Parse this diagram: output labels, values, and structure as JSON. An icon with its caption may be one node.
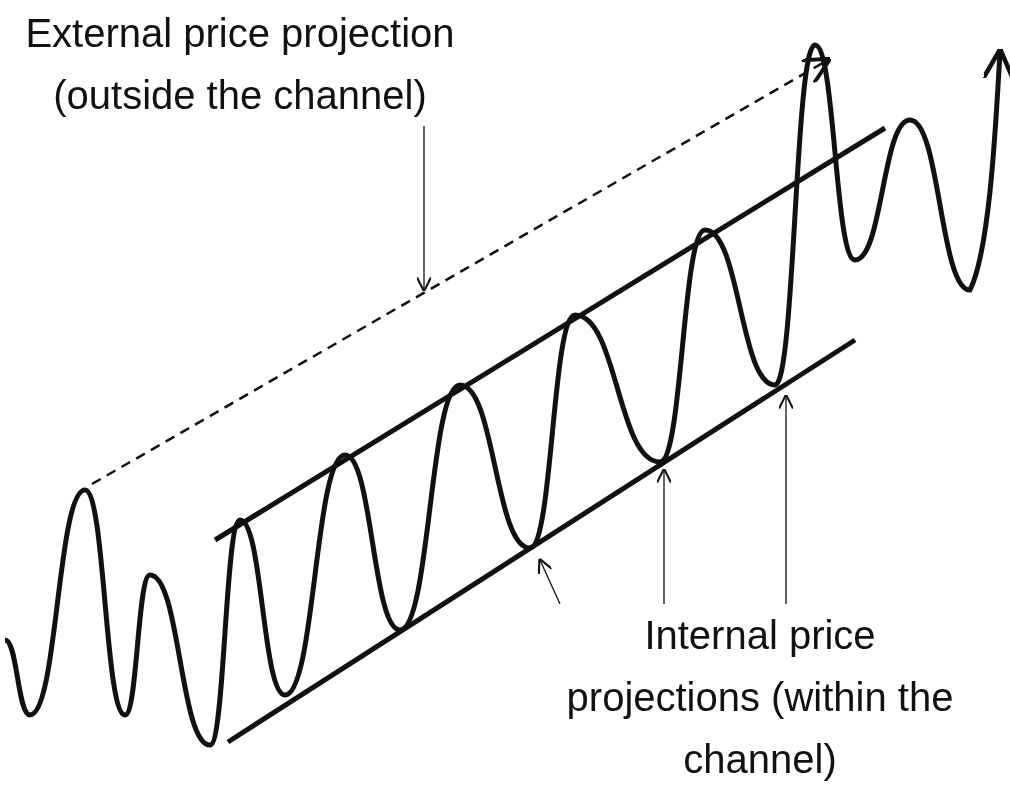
{
  "diagram": {
    "nodes": [
      {
        "text": [
          "External price projection (outside the channel)"
        ]
      },
      {
        "text": [
          "Internal price projections (within the channel)"
        ]
      }
    ],
    "edges": [
      {
        "from": 0,
        "to": null,
        "arrow": "to"
      },
      {
        "from": 1,
        "to": null,
        "arrow": "to"
      },
      {
        "from": 1,
        "to": null,
        "arrow": "to"
      },
      {
        "from": 1,
        "to": null,
        "arrow": "to"
      }
    ]
  }
}
